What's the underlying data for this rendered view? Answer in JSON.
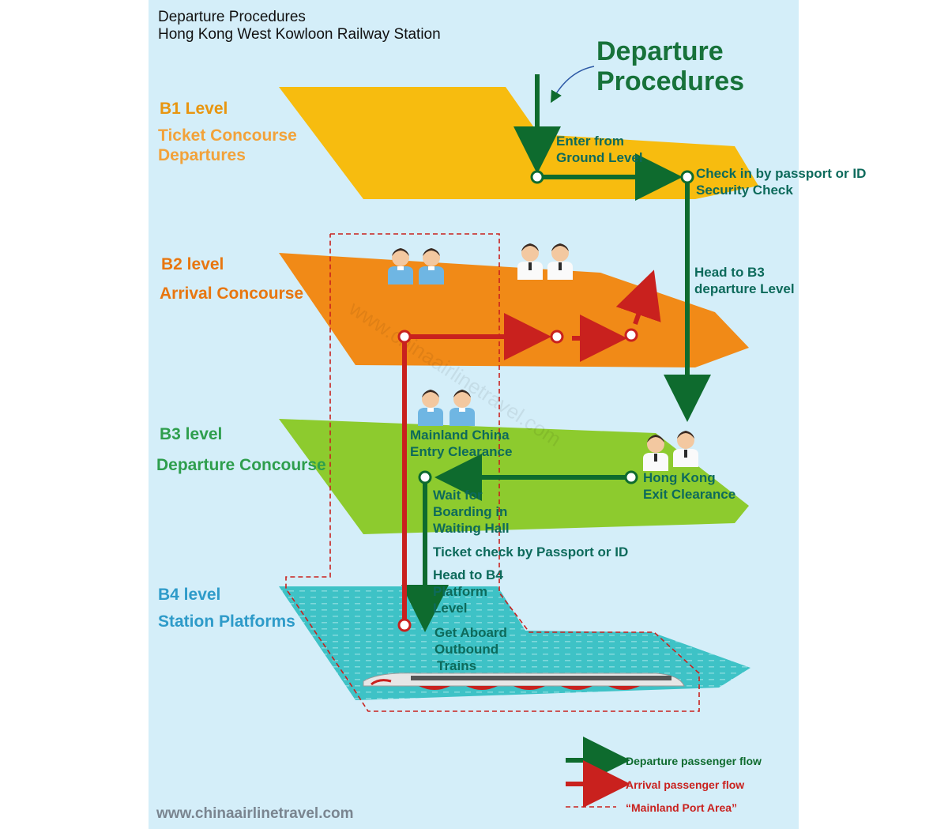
{
  "header": {
    "line1": "Departure Procedures",
    "line2": "Hong Kong West Kowloon Railway Station"
  },
  "big_title": {
    "line1": "Departure",
    "line2": "Procedures"
  },
  "levels": {
    "b1": {
      "name": "B1 Level",
      "sub1": "Ticket Concourse",
      "sub2": "Departures",
      "color": "#F5A623"
    },
    "b2": {
      "name": "B2 level",
      "sub1": "Arrival Concourse",
      "color": "#E8760F"
    },
    "b3": {
      "name": "B3 level",
      "sub1": "Departure Concourse",
      "color": "#3AA34A"
    },
    "b4": {
      "name": "B4 level",
      "sub1": "Station Platforms",
      "color": "#2E9BC9"
    }
  },
  "steps": {
    "enter_1": "Enter from",
    "enter_2": "Ground Level",
    "checkin_1": "Check in by passport or ID",
    "checkin_2": "Security Check",
    "head_b3_1": "Head to B3",
    "head_b3_2": "departure Level",
    "mainland_1": "Mainland China",
    "mainland_2": "Entry Clearance",
    "hk_exit_1": "Hong Kong",
    "hk_exit_2": "Exit Clearance",
    "wait_1": "Wait for",
    "wait_2": "Boarding in",
    "wait_3": "Waiting Hall",
    "ticket_check": "Ticket check by Passport or ID",
    "head_b4_1": "Head to B4",
    "head_b4_2": "Platform",
    "head_b4_3": "Level",
    "aboard_1": "Get Aboard",
    "aboard_2": "Outbound",
    "aboard_3": "Trains"
  },
  "legend": {
    "departure": "Departure passenger flow",
    "arrival": "Arrival passenger flow",
    "port_area": "“Mainland Port Area”"
  },
  "footer_url": "www.chinaairlinetravel.com",
  "watermark": "www.chinaairlinetravel.com",
  "colors": {
    "background": "#D4EEF9",
    "b1_floor": "#F7BC0F",
    "b2_floor": "#F18A17",
    "b3_floor": "#8DCB2E",
    "b4_floor": "#3EC2C6",
    "departure_flow": "#0E6B2E",
    "arrival_flow": "#C9211E",
    "step_text": "#0D6A5B",
    "title_green": "#17723A"
  },
  "icons": {
    "officers_b2_left": "customs-officers-icon",
    "officers_b2_right": "immigration-officers-icon",
    "officers_b3_left": "mainland-officers-icon",
    "officers_b3_right": "hk-officers-icon",
    "train": "train-icon"
  }
}
